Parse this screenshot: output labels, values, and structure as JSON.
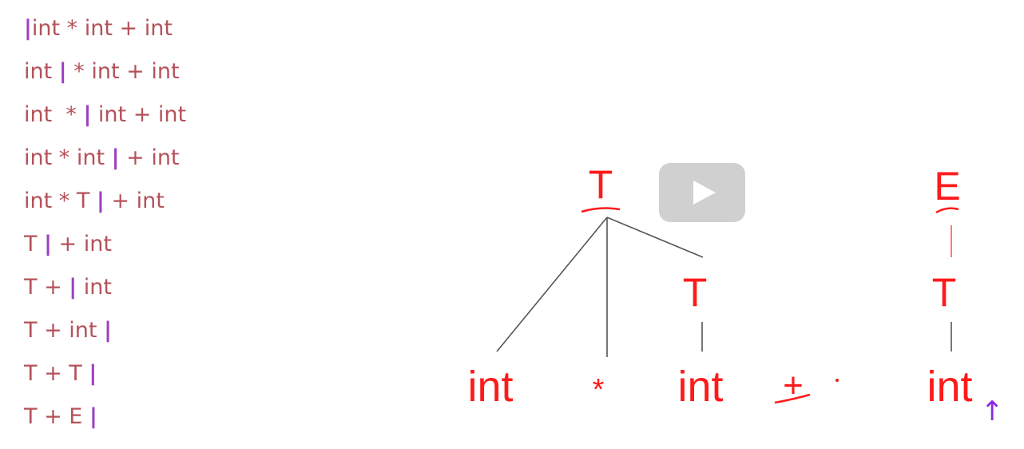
{
  "steps": [
    {
      "before": "",
      "after": "int * int + int"
    },
    {
      "before": "int ",
      "after": " * int + int"
    },
    {
      "before": "int  * ",
      "after": " int + int"
    },
    {
      "before": "int * int ",
      "after": " + int"
    },
    {
      "before": "int * T ",
      "after": " + int"
    },
    {
      "before": "T ",
      "after": " + int"
    },
    {
      "before": "T + ",
      "after": " int"
    },
    {
      "before": "T + int ",
      "after": ""
    },
    {
      "before": "T + T ",
      "after": ""
    },
    {
      "before": "T + E ",
      "after": ""
    }
  ],
  "cursor_glyph": "|",
  "tree": {
    "t_top": "T",
    "e_top": "E",
    "t_mid": "T",
    "t_right": "T",
    "leaf1": "int",
    "leaf2": "*",
    "leaf3": "int",
    "plus": "+",
    "leaf4": "int"
  },
  "arrow_glyph": "↑",
  "colors": {
    "step_text": "#b4525a",
    "divider": "#9b3fc0",
    "tree_red": "#ff1a1a",
    "tree_lines": "#555555"
  }
}
